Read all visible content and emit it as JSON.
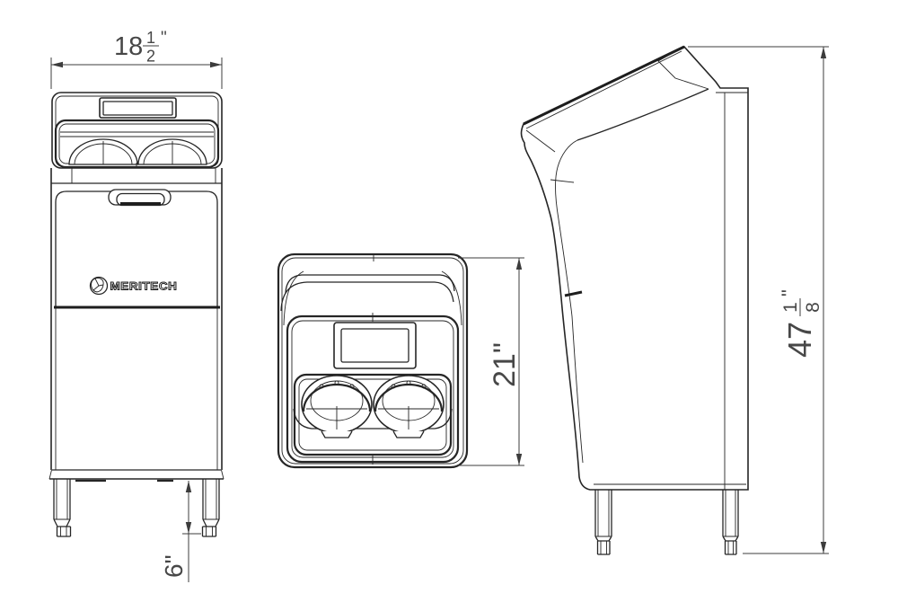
{
  "drawing": {
    "brand_label": "MERITECH",
    "dim_width": {
      "whole": "18",
      "numerator": "1",
      "denominator": "2",
      "unit_mark": "\""
    },
    "dim_depth": {
      "label": "21\""
    },
    "dim_height": {
      "whole": "47",
      "numerator": "1",
      "denominator": "8",
      "unit_mark": "\""
    },
    "dim_leg_height": {
      "label": "6\""
    }
  }
}
